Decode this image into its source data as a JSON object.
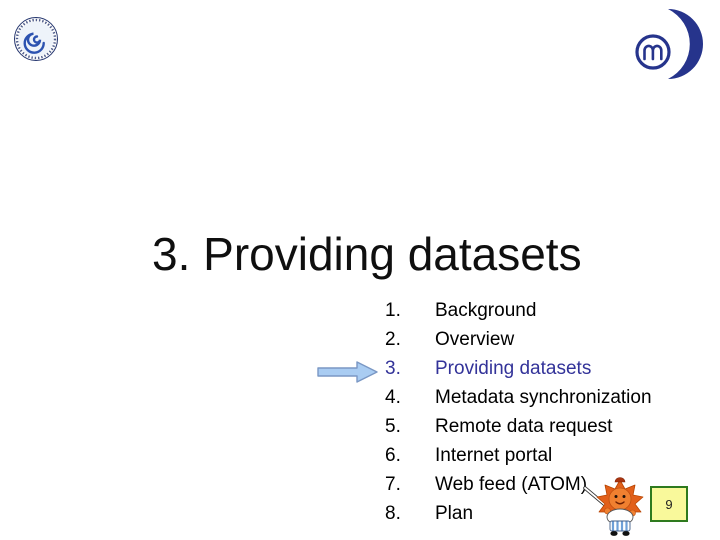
{
  "slide": {
    "title": "3. Providing datasets",
    "page_number": "9"
  },
  "agenda": {
    "active_index": 2,
    "items": [
      {
        "num": "1.",
        "label": "Background"
      },
      {
        "num": "2.",
        "label": "Overview"
      },
      {
        "num": "3.",
        "label": "Providing datasets"
      },
      {
        "num": "4.",
        "label": "Metadata synchronization"
      },
      {
        "num": "5.",
        "label": "Remote data request"
      },
      {
        "num": "6.",
        "label": "Internet portal"
      },
      {
        "num": "7.",
        "label": "Web feed (ATOM)"
      },
      {
        "num": "8.",
        "label": "Plan"
      }
    ]
  },
  "icons": {
    "left_logo": "spiral-emblem-logo",
    "right_logo": "crescent-m-logo",
    "pointer_arrow": "right-block-arrow",
    "mascot": "sun-mascot-with-pointer"
  },
  "colors": {
    "background": "#ffffff",
    "text": "#000000",
    "active_item": "#333399",
    "arrow_fill": "#a9ccf2",
    "arrow_border": "#7a97c4",
    "page_box_fill": "#f9f99b",
    "page_box_border": "#2e7a1e",
    "logo_blue": "#26348c"
  }
}
